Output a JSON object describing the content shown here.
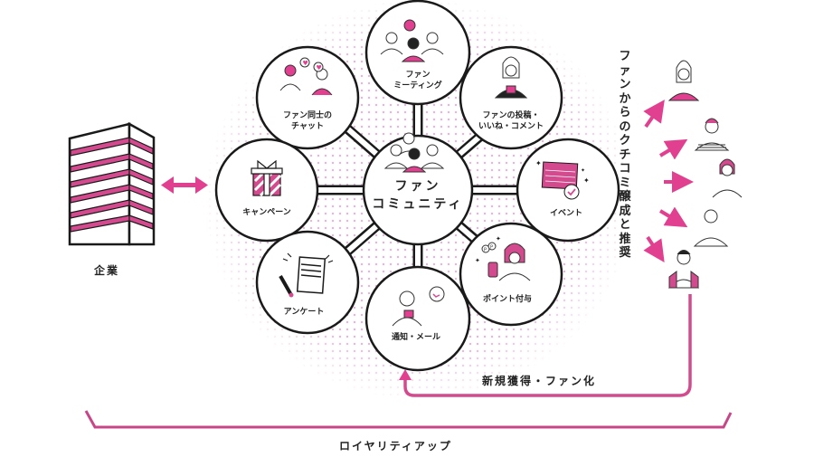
{
  "colors": {
    "accent": "#e0408f",
    "accent_dark": "#c84688",
    "line": "#1a1a1a",
    "dots": "#e8b6d8"
  },
  "company": {
    "label": "企業",
    "icon": "building-icon"
  },
  "center": {
    "label_line1": "ファン",
    "label_line2": "コミュニティ",
    "icon": "group-of-people-icon"
  },
  "nodes": [
    {
      "id": "meeting",
      "line1": "ファン",
      "line2": "ミーティング",
      "icon": "people-meeting-icon"
    },
    {
      "id": "chat",
      "line1": "ファン同士の",
      "line2": "チャット",
      "icon": "chat-hearts-icon"
    },
    {
      "id": "posts",
      "line1": "ファンの投稿・",
      "line2": "いいね・コメント",
      "icon": "person-with-phone-icon"
    },
    {
      "id": "campaign",
      "line1": "キャンペーン",
      "line2": "",
      "icon": "gift-box-icon"
    },
    {
      "id": "event",
      "line1": "イベント",
      "line2": "",
      "icon": "calendar-check-icon"
    },
    {
      "id": "survey",
      "line1": "アンケート",
      "line2": "",
      "icon": "clipboard-pen-icon"
    },
    {
      "id": "points",
      "line1": "ポイント付与",
      "line2": "",
      "icon": "points-coin-icon"
    },
    {
      "id": "notify",
      "line1": "通知・メール",
      "line2": "",
      "icon": "notification-bubble-icon"
    }
  ],
  "word_of_mouth": {
    "label": "ファンからのクチコミ醸成と推奨",
    "people": [
      "woman-long-hair-icon",
      "man-glasses-striped-icon",
      "woman-short-hair-icon",
      "woman-blouse-icon",
      "man-vest-icon"
    ]
  },
  "acquisition": {
    "label": "新規獲得・ファン化"
  },
  "loyalty": {
    "label": "ロイヤリティアップ"
  }
}
